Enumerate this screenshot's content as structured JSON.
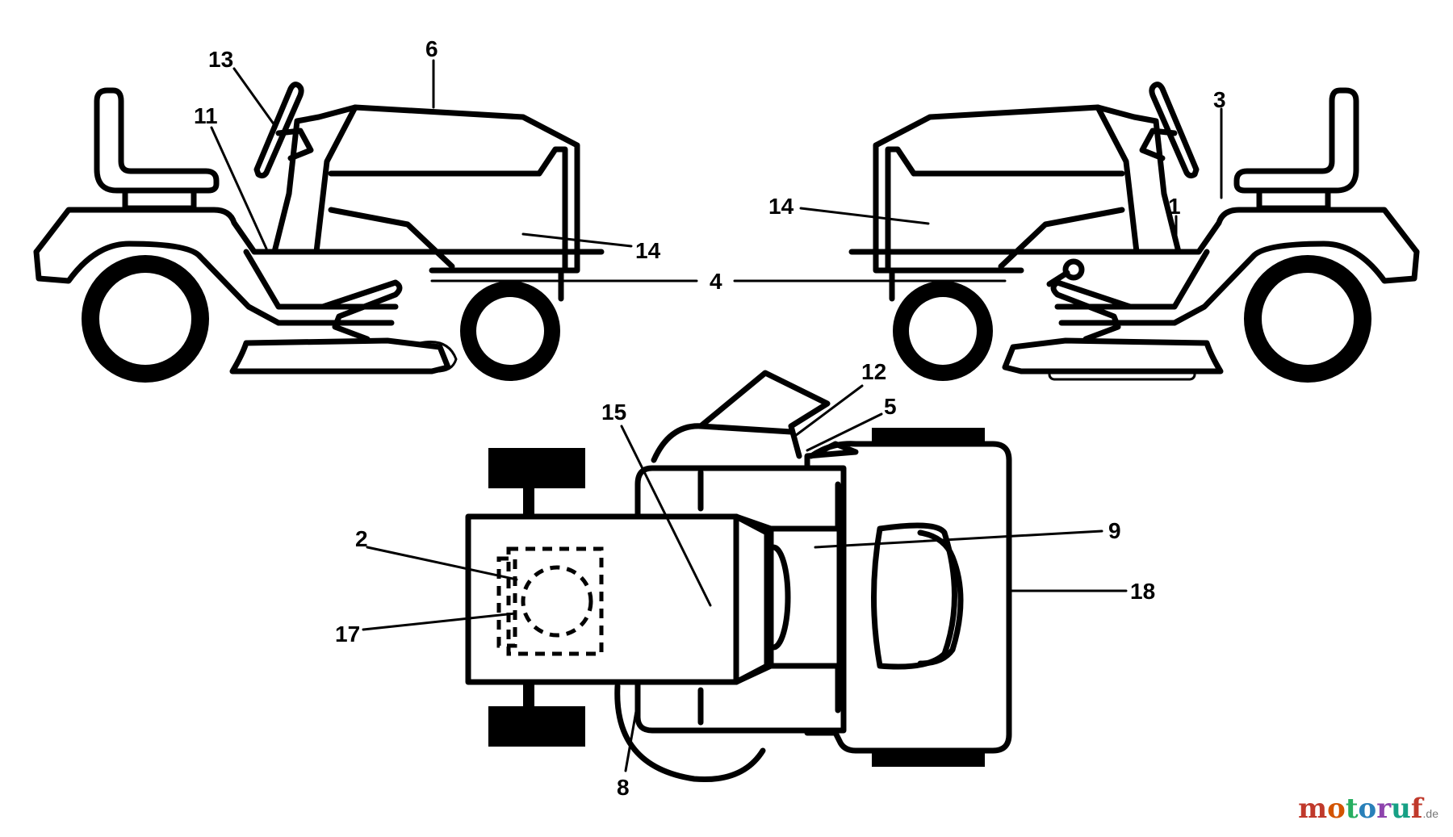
{
  "callouts": {
    "c1": "1",
    "c2": "2",
    "c3": "3",
    "c4": "4",
    "c5": "5",
    "c6": "6",
    "c8": "8",
    "c9": "9",
    "c11": "11",
    "c12": "12",
    "c13": "13",
    "c14a": "14",
    "c14b": "14",
    "c15": "15",
    "c17": "17",
    "c18": "18"
  },
  "watermark": {
    "logo_letters": [
      "m",
      "o",
      "t",
      "o",
      "r",
      "u",
      "f"
    ],
    "suffix": ".de",
    "letter_colors": [
      "#c0392b",
      "#d35400",
      "#27ae60",
      "#2980b9",
      "#8e44ad",
      "#16a085",
      "#c0392b"
    ]
  }
}
